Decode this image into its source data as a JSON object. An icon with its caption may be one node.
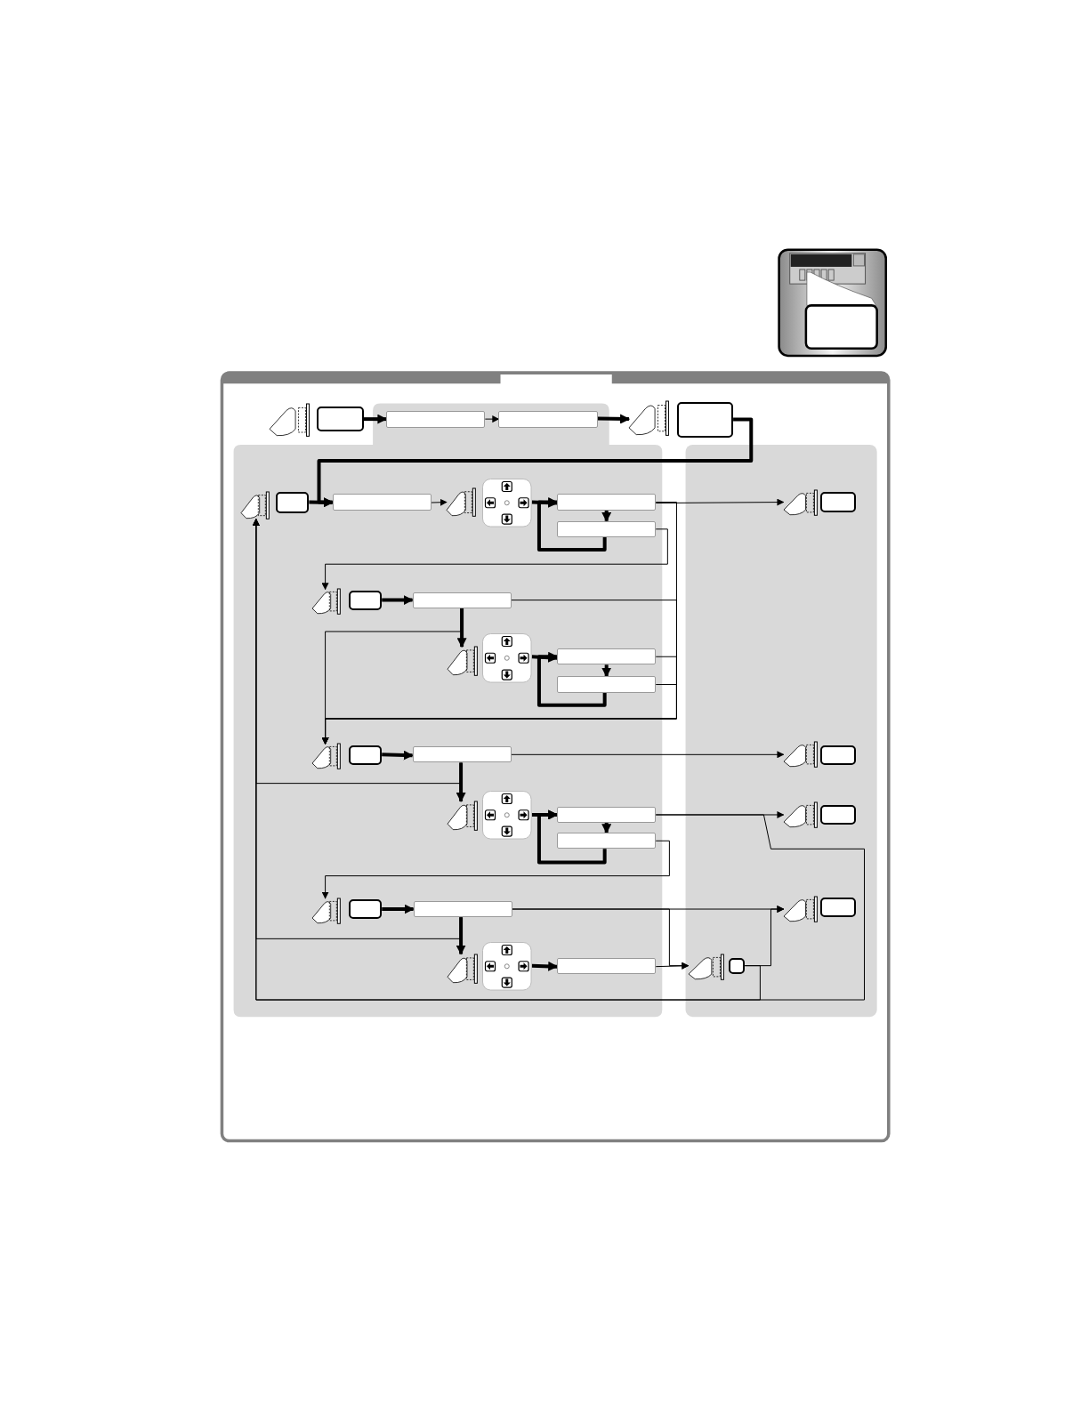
{
  "diagram": {
    "nodes": [
      {
        "text": [],
        "shape": "box"
      },
      {
        "text": [],
        "shape": "bar"
      },
      {
        "text": [],
        "shape": "bar"
      },
      {
        "text": [],
        "shape": "picture"
      },
      {
        "text": [],
        "shape": "box"
      },
      {
        "text": [],
        "shape": "picture"
      },
      {
        "text": [],
        "shape": "box"
      },
      {
        "text": [],
        "shape": "bar"
      },
      {
        "text": [],
        "shape": "picture"
      },
      {
        "text": [],
        "shape": "picture"
      },
      {
        "text": [],
        "shape": "bar"
      },
      {
        "text": [],
        "shape": "picture"
      },
      {
        "text": [],
        "shape": "box"
      },
      {
        "text": [],
        "shape": "bar"
      },
      {
        "text": [],
        "shape": "picture"
      },
      {
        "text": [],
        "shape": "box"
      },
      {
        "text": [],
        "shape": "bar"
      },
      {
        "text": [],
        "shape": "picture"
      },
      {
        "text": [],
        "shape": "picture"
      },
      {
        "text": [],
        "shape": "bar"
      },
      {
        "text": [],
        "shape": "bar"
      },
      {
        "text": [],
        "shape": "picture"
      },
      {
        "text": [],
        "shape": "box"
      },
      {
        "text": [],
        "shape": "bar"
      },
      {
        "text": [],
        "shape": "picture"
      },
      {
        "text": [],
        "shape": "box"
      },
      {
        "text": [],
        "shape": "picture"
      },
      {
        "text": [],
        "shape": "picture"
      },
      {
        "text": [],
        "shape": "bar"
      },
      {
        "text": [],
        "shape": "picture"
      },
      {
        "text": [],
        "shape": "box"
      },
      {
        "text": [],
        "shape": "bar"
      },
      {
        "text": [],
        "shape": "picture"
      },
      {
        "text": [],
        "shape": "box"
      },
      {
        "text": [],
        "shape": "bar"
      },
      {
        "text": [],
        "shape": "picture"
      },
      {
        "text": [],
        "shape": "box"
      },
      {
        "text": [],
        "shape": "picture"
      },
      {
        "text": [],
        "shape": "picture"
      },
      {
        "text": [],
        "shape": "bar"
      },
      {
        "text": [],
        "shape": "picture"
      },
      {
        "text": [],
        "shape": "box"
      }
    ],
    "edges": [
      {
        "from": 0,
        "to": 1,
        "arrow": "to",
        "style": "thick"
      },
      {
        "from": 1,
        "to": 2,
        "arrow": "to"
      },
      {
        "from": 2,
        "to": 3,
        "arrow": "to",
        "style": "thick"
      },
      {
        "from": 4,
        "to": 7,
        "arrow": "to",
        "style": "thick"
      },
      {
        "from": 6,
        "to": 7,
        "arrow": "to",
        "style": "thick"
      },
      {
        "from": 7,
        "to": 8,
        "arrow": "to"
      },
      {
        "from": 9,
        "to": 10,
        "arrow": "to",
        "style": "thick"
      },
      {
        "from": 10,
        "to": 13,
        "arrow": "to",
        "style": "thick"
      },
      {
        "from": 13,
        "to": 10,
        "arrow": "to",
        "style": "thick"
      },
      {
        "from": 10,
        "to": 11,
        "arrow": "to"
      },
      {
        "from": 13,
        "to": 14,
        "arrow": "to"
      },
      {
        "from": 10,
        "to": 21,
        "arrow": "to"
      },
      {
        "from": 16,
        "to": 21,
        "arrow": "to"
      },
      {
        "from": 19,
        "to": 21,
        "arrow": "to"
      },
      {
        "from": 20,
        "to": 21,
        "arrow": "to"
      },
      {
        "from": 16,
        "to": 21,
        "arrow": "to"
      },
      {
        "from": 16,
        "to": 17,
        "arrow": "to",
        "style": "thick"
      },
      {
        "from": 18,
        "to": 19,
        "arrow": "to",
        "style": "thick"
      },
      {
        "from": 19,
        "to": 20,
        "arrow": "to",
        "style": "thick"
      },
      {
        "from": 20,
        "to": 19,
        "arrow": "to",
        "style": "thick"
      },
      {
        "from": 23,
        "to": 24,
        "arrow": "to"
      },
      {
        "from": 23,
        "to": 26,
        "arrow": "to",
        "style": "thick"
      },
      {
        "from": 23,
        "to": 5,
        "arrow": "to"
      },
      {
        "from": 27,
        "to": 28,
        "arrow": "to",
        "style": "thick"
      },
      {
        "from": 28,
        "to": 31,
        "arrow": "to",
        "style": "thick"
      },
      {
        "from": 31,
        "to": 28,
        "arrow": "to",
        "style": "thick"
      },
      {
        "from": 28,
        "to": 29,
        "arrow": "to"
      },
      {
        "from": 28,
        "to": 5,
        "arrow": "to"
      },
      {
        "from": 31,
        "to": 32,
        "arrow": "to"
      },
      {
        "from": 34,
        "to": 35,
        "arrow": "to"
      },
      {
        "from": 34,
        "to": 40,
        "arrow": "to"
      },
      {
        "from": 34,
        "to": 37,
        "arrow": "to",
        "style": "thick"
      },
      {
        "from": 34,
        "to": 5,
        "arrow": "to"
      },
      {
        "from": 38,
        "to": 39,
        "arrow": "to",
        "style": "thick"
      },
      {
        "from": 39,
        "to": 40,
        "arrow": "to"
      },
      {
        "from": 41,
        "to": 35,
        "arrow": "to"
      },
      {
        "from": 41,
        "to": 5,
        "arrow": "to"
      },
      {
        "from": 15,
        "to": 16,
        "arrow": "to",
        "style": "thick"
      },
      {
        "from": 22,
        "to": 23,
        "arrow": "to",
        "style": "thick"
      },
      {
        "from": 33,
        "to": 34,
        "arrow": "to",
        "style": "thick"
      }
    ]
  }
}
